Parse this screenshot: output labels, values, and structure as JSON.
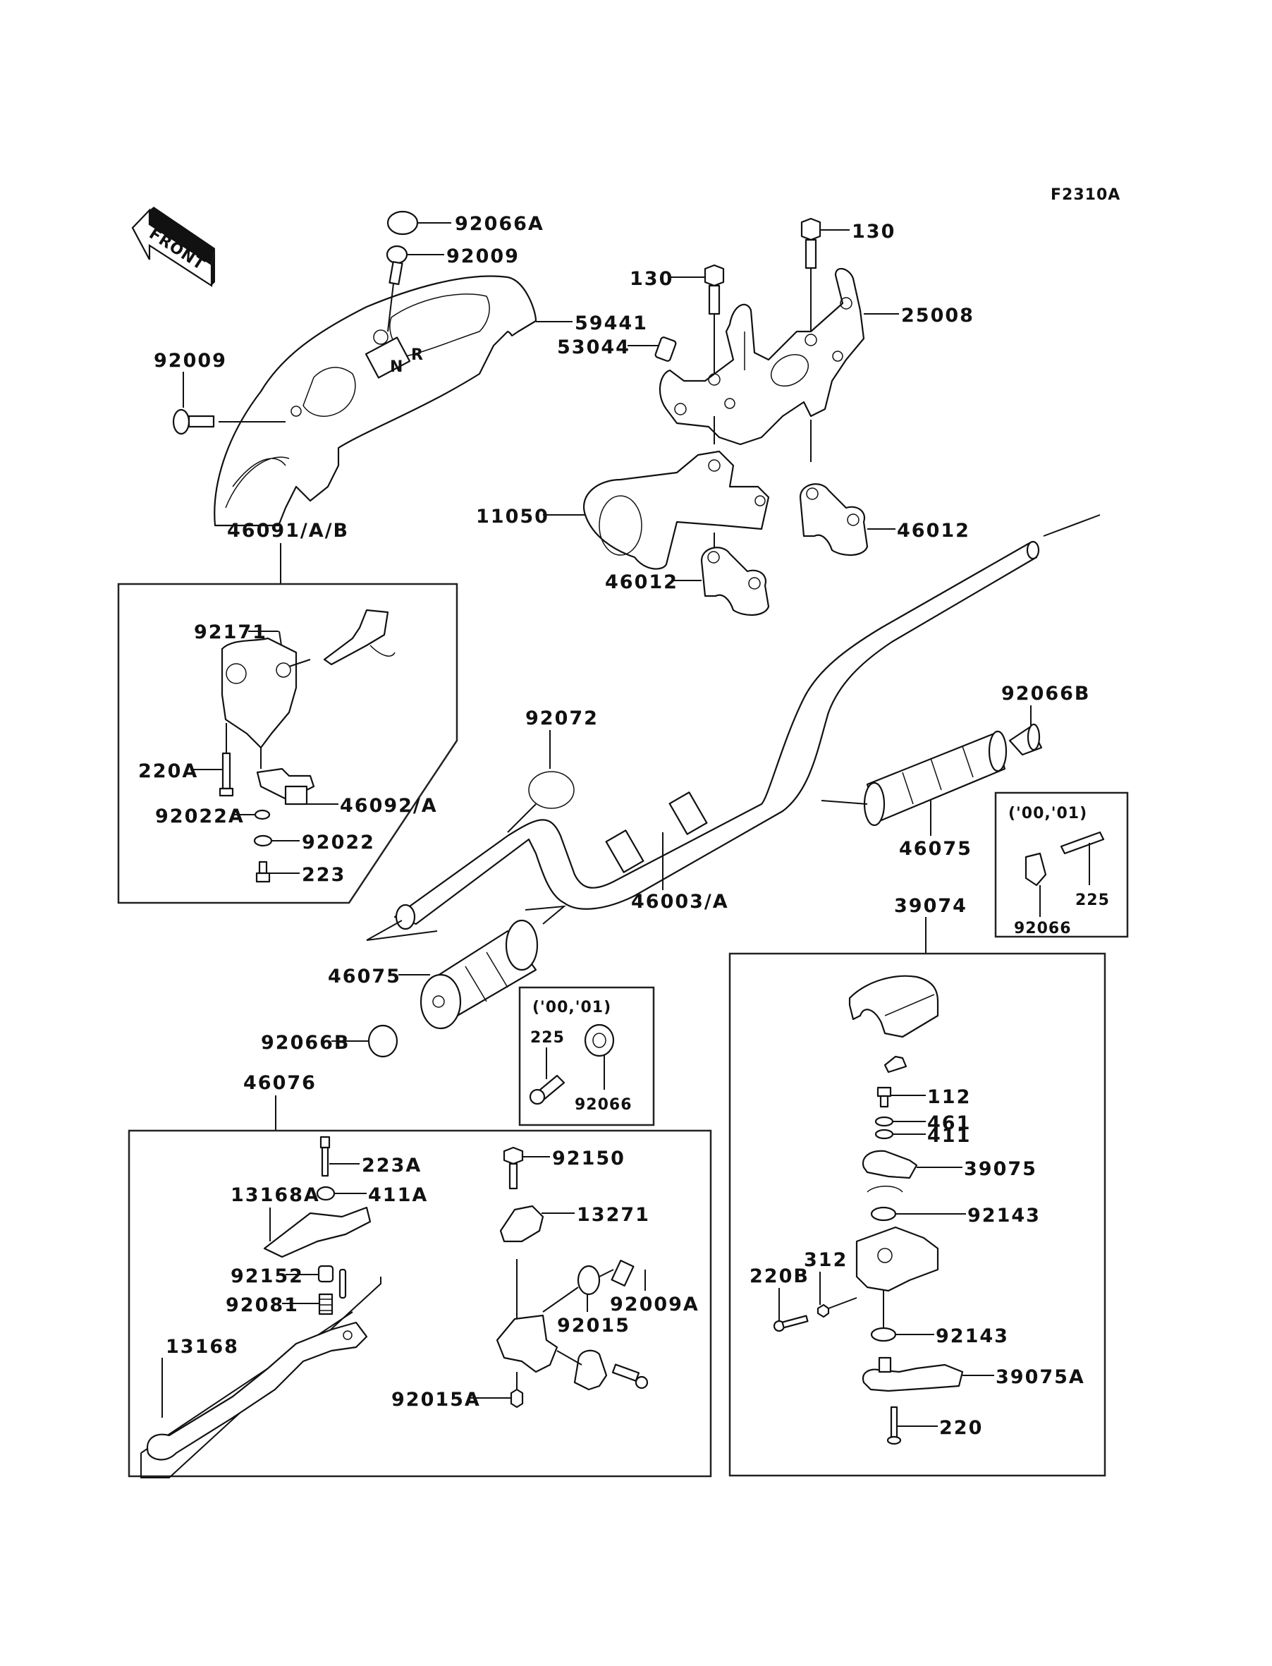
{
  "diagram": {
    "figure_code": "F2310A",
    "direction_arrow": "FRONT",
    "labels": {
      "p92066A": "92066A",
      "p92009_top": "92009",
      "p92009_left": "92009",
      "p59441": "59441",
      "p46091": "46091/A/B",
      "p130_top": "130",
      "p130_left": "130",
      "p25008": "25008",
      "p53044": "53044",
      "p11050": "11050",
      "p46012_right": "46012",
      "p46012_left": "46012",
      "p92171": "92171",
      "p220A": "220A",
      "p46092": "46092/A",
      "p92022A": "92022A",
      "p92022": "92022",
      "p223": "223",
      "p92072": "92072",
      "p46003": "46003/A",
      "p92066B_right": "92066B",
      "p46075_right": "46075",
      "p46075_left": "46075",
      "p92066B_left": "92066B",
      "p39074": "39074",
      "p46076": "46076",
      "p223A": "223A",
      "p411A": "411A",
      "p13168A": "13168A",
      "p92152": "92152",
      "p92081": "92081",
      "p13168": "13168",
      "p92150": "92150",
      "p13271": "13271",
      "p92009A": "92009A",
      "p92015": "92015",
      "p92015A": "92015A",
      "p112": "112",
      "p461": "461",
      "p411": "411",
      "p39075": "39075",
      "p92143_top": "92143",
      "p312": "312",
      "p220B": "220B",
      "p92143_bottom": "92143",
      "p39075A": "39075A",
      "p220": "220"
    },
    "inset_right": {
      "title": "('00,'01)",
      "part_a": "225",
      "part_b": "92066"
    },
    "inset_center": {
      "title": "('00,'01)",
      "part_a": "225",
      "part_b": "92066"
    },
    "shift_indicator": {
      "left": "N",
      "right": "R"
    }
  }
}
